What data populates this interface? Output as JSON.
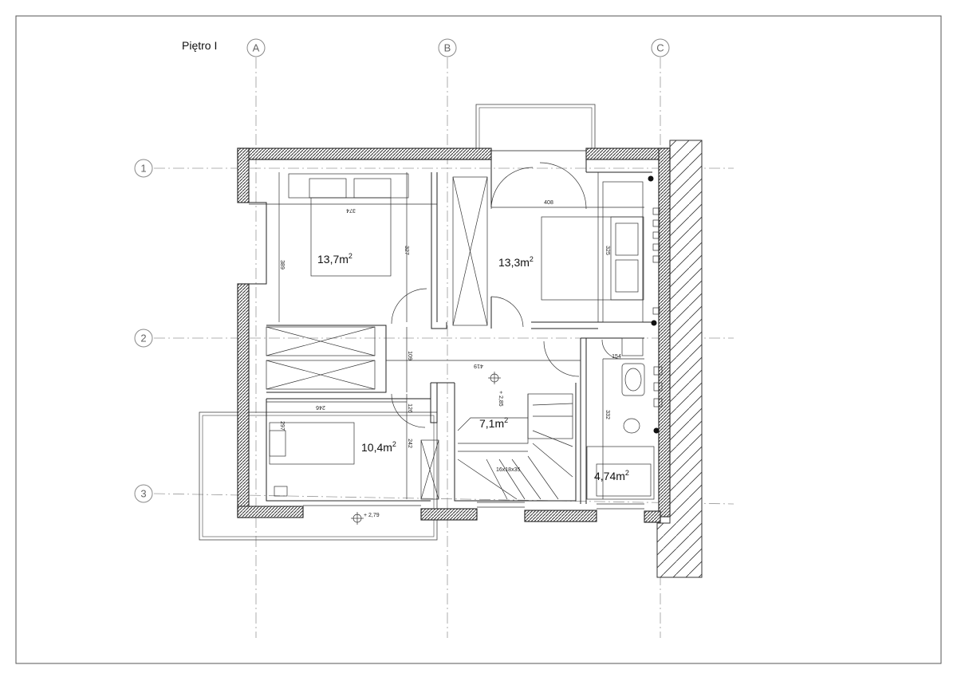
{
  "title": "Piętro I",
  "axes": {
    "vertical": [
      "A",
      "B",
      "C"
    ],
    "horizontal": [
      "1",
      "2",
      "3"
    ]
  },
  "rooms": [
    {
      "area": "13,7m",
      "unit_sup": "2"
    },
    {
      "area": "13,3m",
      "unit_sup": "2"
    },
    {
      "area": "10,4m",
      "unit_sup": "2"
    },
    {
      "area": "7,1m",
      "unit_sup": "2"
    },
    {
      "area": "4,74m",
      "unit_sup": "2"
    }
  ],
  "dimensions": {
    "d374": "374",
    "d408": "408",
    "d327": "327",
    "d389": "389",
    "d325": "325",
    "d109": "109",
    "d419": "419",
    "d154": "154",
    "d246": "246",
    "d126": "126",
    "d297": "297",
    "d242": "242",
    "d332": "332"
  },
  "levels": {
    "landing": "+ 2,85",
    "terrace": "+ 2,79"
  },
  "stairs": "16x18x35",
  "colors": {
    "wall_hatch": "#333333",
    "axis": "#9a9a9a",
    "frame": "#555555"
  }
}
